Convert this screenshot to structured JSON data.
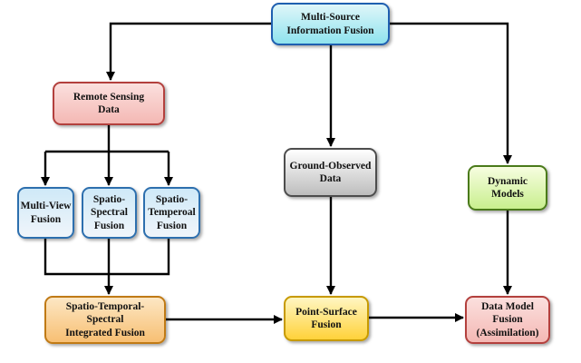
{
  "nodes": {
    "multi_source": "Multi-Source\nInformation Fusion",
    "remote_sensing": "Remote Sensing\nData",
    "multi_view": "Multi-View\nFusion",
    "spatio_spectral": "Spatio-\nSpectral\nFusion",
    "spatio_temporal": "Spatio-\nTemperoal\nFusion",
    "ground_observed": "Ground-Observed\nData",
    "dynamic_models": "Dynamic\nModels",
    "stsi_fusion": "Spatio-Temporal-\nSpectral\nIntegrated Fusion",
    "point_surface": "Point-Surface\nFusion",
    "data_model": "Data Model\nFusion\n(Assimilation)"
  }
}
